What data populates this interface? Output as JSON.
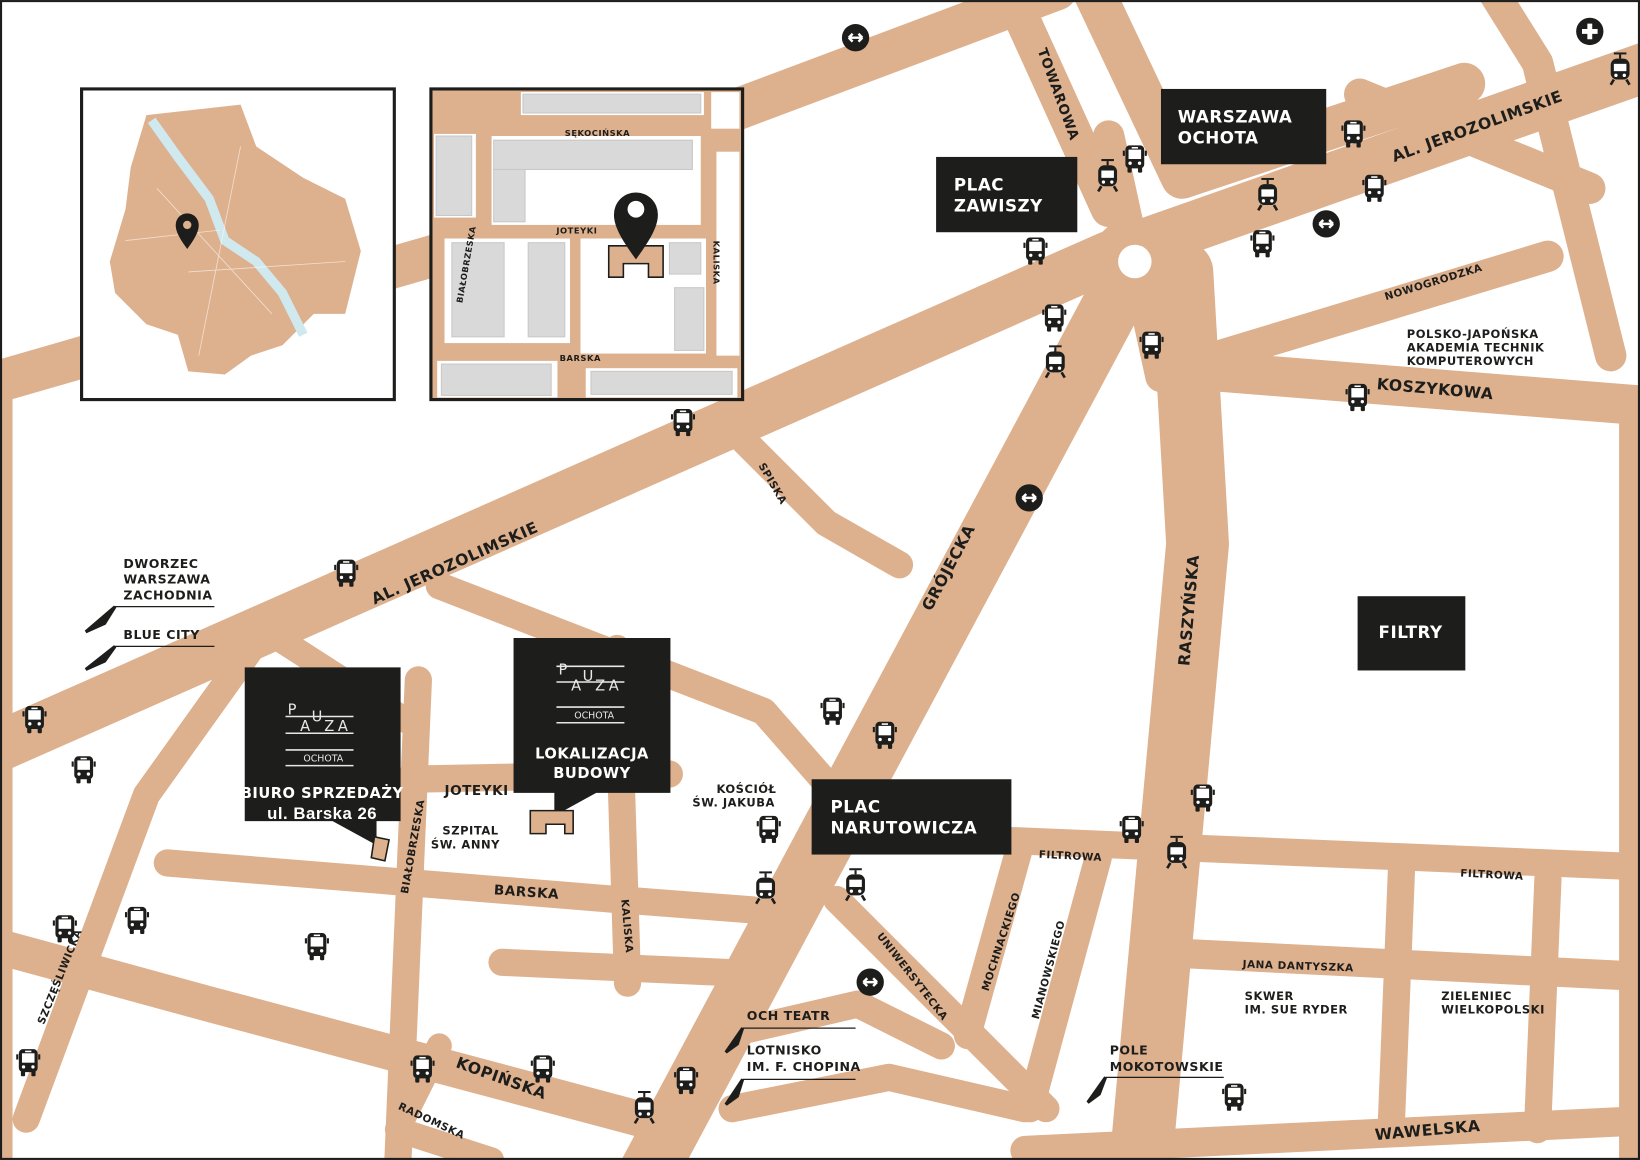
{
  "colors": {
    "road": "#ddb08e",
    "block": "#ffffff",
    "box": "#1d1d1b",
    "inset_building": "#d9d9d9",
    "river": "#cfe9ee"
  },
  "streets": {
    "jerozolimskie_w": "AL. JEROZOLIMSKIE",
    "jerozolimskie_e": "AL. JEROZOLIMSKIE",
    "towarowa": "TOWAROWA",
    "nowogrodzka": "NOWOGRODZKA",
    "koszykowa": "KOSZYKOWA",
    "spiska": "SPISKA",
    "grojecka": "GRÓJECKA",
    "raszynska": "RASZYŃSKA",
    "joteyki": "JOTEYKI",
    "bialobrzeska": "BIAŁOBRZESKA",
    "barska": "BARSKA",
    "kaliska": "KALISKA",
    "filtrowa_w": "FILTROWA",
    "filtrowa_e": "FILTROWA",
    "szczesliwicka": "SZCZĘŚLIWICKA",
    "kopinska": "KOPIŃSKA",
    "radomska": "RADOMSKA",
    "uniwersytecka": "UNIWERSYTECKA",
    "mochnackiego": "MOCHNACKIEGO",
    "mianowskiego": "MIANOWSKIEGO",
    "dantyszka": "JANA DANTYSZKA",
    "wawelska": "WAWELSKA"
  },
  "places": {
    "pjatk": [
      "POLSKO-JAPOŃSKA",
      "AKADEMIA TECHNIK",
      "KOMPUTEROWYCH"
    ],
    "szpital": [
      "SZPITAL",
      "ŚW. ANNY"
    ],
    "kosciol": [
      "KOŚCIÓŁ",
      "ŚW. JAKUBA"
    ],
    "skwer": [
      "SKWER",
      "IM. SUE RYDER"
    ],
    "zieleniec": [
      "ZIELENIEC",
      "WIELKOPOLSKI"
    ]
  },
  "directions": {
    "zachodnia": [
      "DWORZEC",
      "WARSZAWA",
      "ZACHODNIA"
    ],
    "blue_city": "BLUE CITY",
    "och_teatr": "OCH TEATR",
    "lotnisko": [
      "LOTNISKO",
      "IM. F. CHOPINA"
    ],
    "pole": [
      "POLE",
      "MOKOTOWSKIE"
    ]
  },
  "landmarks": {
    "plac_zawiszy": [
      "PLAC",
      "ZAWISZY"
    ],
    "warszawa_ochota": [
      "WARSZAWA",
      "OCHOTA"
    ],
    "plac_narutowicza": [
      "PLAC",
      "NARUTOWICZA"
    ],
    "filtry": "FILTRY"
  },
  "brand": {
    "logo_letters": [
      "P",
      "A",
      "U",
      "Z",
      "A"
    ],
    "district": "OCHOTA"
  },
  "callouts": {
    "sales_office": [
      "BIURO SPRZEDAŻY",
      "ul. Barska 26"
    ],
    "construction_site": [
      "LOKALIZACJA",
      "BUDOWY"
    ]
  },
  "inset_detail": {
    "sekocinska": "SĘKOCIŃSKA",
    "joteyki": "JOTEYKI",
    "bialobrzeska": "BIAŁOBRZESKA",
    "kaliska": "KALISKA",
    "barska": "BARSKA"
  },
  "icons": {
    "bus": "bus-stop-icon",
    "tram": "tram-stop-icon",
    "exchange": "interchange-icon",
    "hospital": "hospital-cross-icon",
    "pin": "location-pin-icon"
  }
}
